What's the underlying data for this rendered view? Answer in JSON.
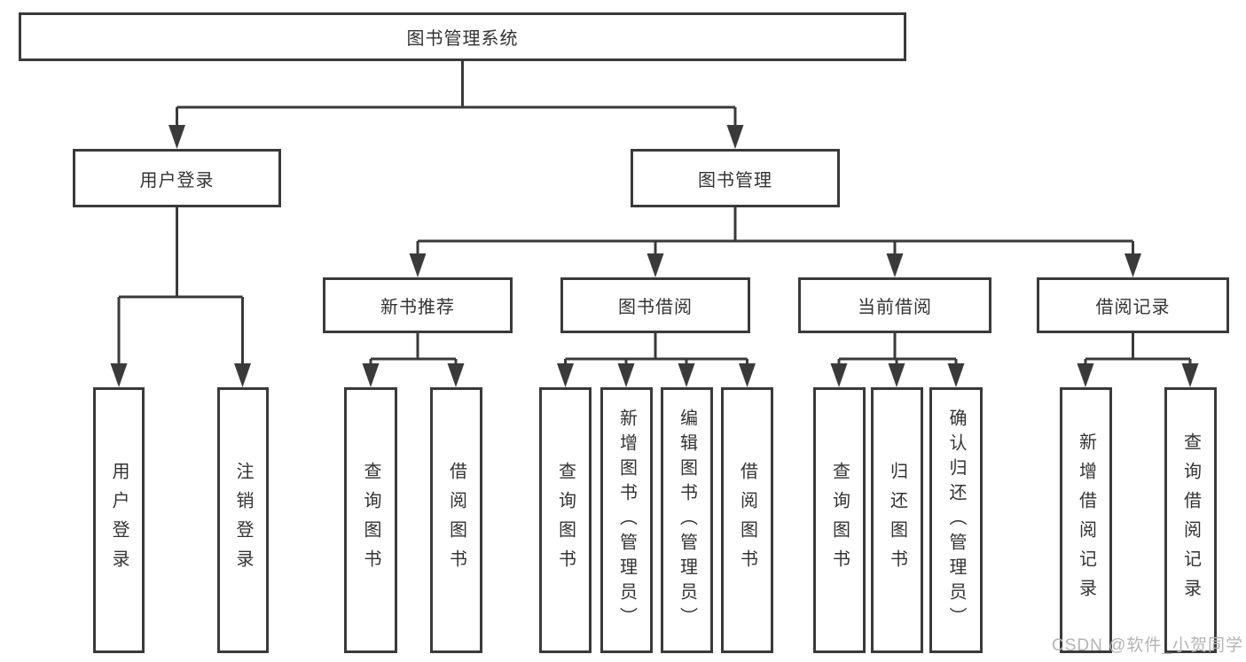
{
  "colors": {
    "line": "#3a3a3a",
    "text": "#333333",
    "background": "#ffffff",
    "watermark": "#b4b4b4"
  },
  "tree": {
    "root": "图书管理系统",
    "branches": [
      {
        "label": "用户登录",
        "leaves": [
          "用户登录",
          "注销登录"
        ]
      },
      {
        "label": "图书管理",
        "groups": [
          {
            "label": "新书推荐",
            "leaves": [
              "查询图书",
              "借阅图书"
            ]
          },
          {
            "label": "图书借阅",
            "leaves": [
              "查询图书",
              "新增图书（管理员）",
              "编辑图书（管理员）",
              "借阅图书"
            ]
          },
          {
            "label": "当前借阅",
            "leaves": [
              "查询图书",
              "归还图书",
              "确认归还（管理员）"
            ]
          },
          {
            "label": "借阅记录",
            "leaves": [
              "新增借阅记录",
              "查询借阅记录"
            ]
          }
        ]
      }
    ]
  },
  "watermark": {
    "text": "CSDN @软件_小贺同学"
  }
}
